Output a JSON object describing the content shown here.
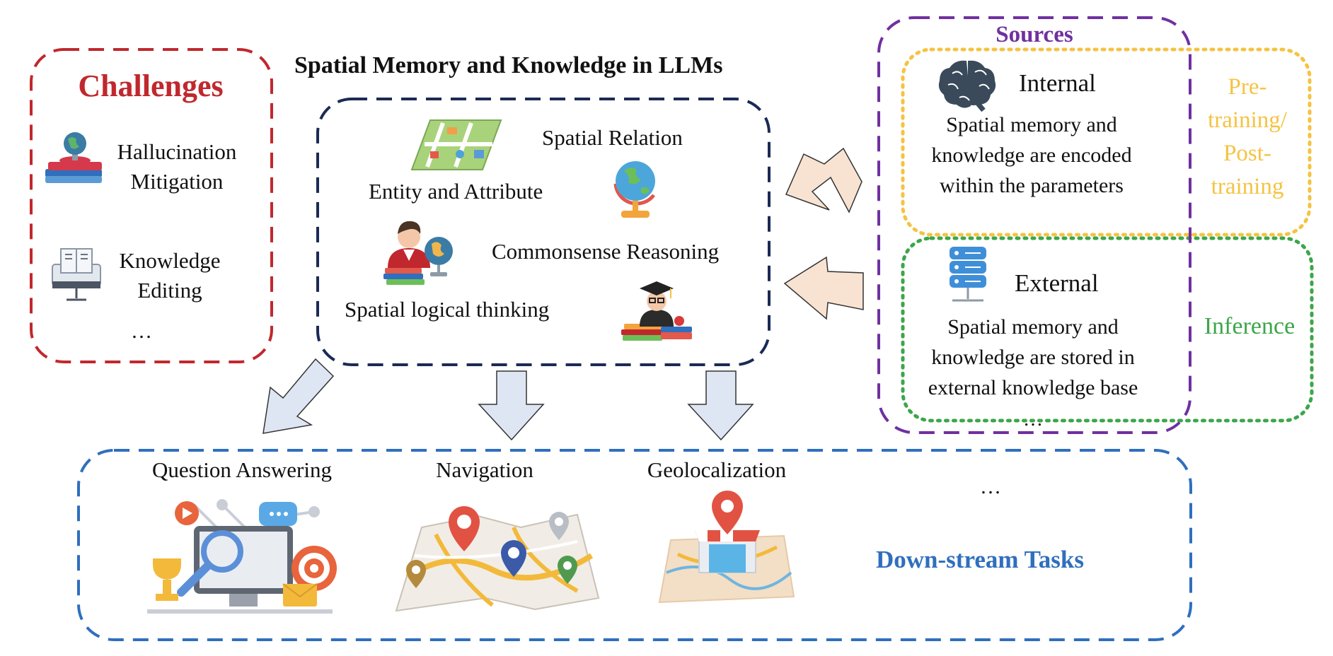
{
  "title": "Spatial Memory and Knowledge in LLMs",
  "challenges": {
    "heading": "Challenges",
    "items": [
      "Hallucination Mitigation",
      "Knowledge Editing"
    ],
    "ellipsis": "…"
  },
  "core": {
    "spatial_relation": "Spatial Relation",
    "entity_attribute": "Entity and Attribute",
    "commonsense_reasoning": "Commonsense Reasoning",
    "spatial_logical_thinking": "Spatial logical thinking"
  },
  "sources": {
    "heading": "Sources",
    "internal_label": "Internal",
    "internal_desc": [
      "Spatial memory and",
      "knowledge are encoded",
      "within the parameters"
    ],
    "external_label": "External",
    "external_desc": [
      "Spatial memory and",
      "knowledge are stored in",
      "external knowledge base"
    ],
    "ellipsis": "…",
    "pretraining_label": [
      "Pre-",
      "training/",
      "Post-",
      "training"
    ],
    "inference_label": "Inference"
  },
  "tasks": {
    "items": [
      "Question Answering",
      "Navigation",
      "Geolocalization"
    ],
    "ellipsis": "…",
    "heading": "Down-stream Tasks"
  },
  "colors": {
    "challenges": "#c0282d",
    "core": "#1b2a55",
    "sources": "#7030a0",
    "pretraining": "#f5c342",
    "inference": "#3ca64a",
    "tasks": "#2f6fbd",
    "arrow_in_fill": "#f8e3d3",
    "arrow_down_fill": "#dfe6f3"
  }
}
